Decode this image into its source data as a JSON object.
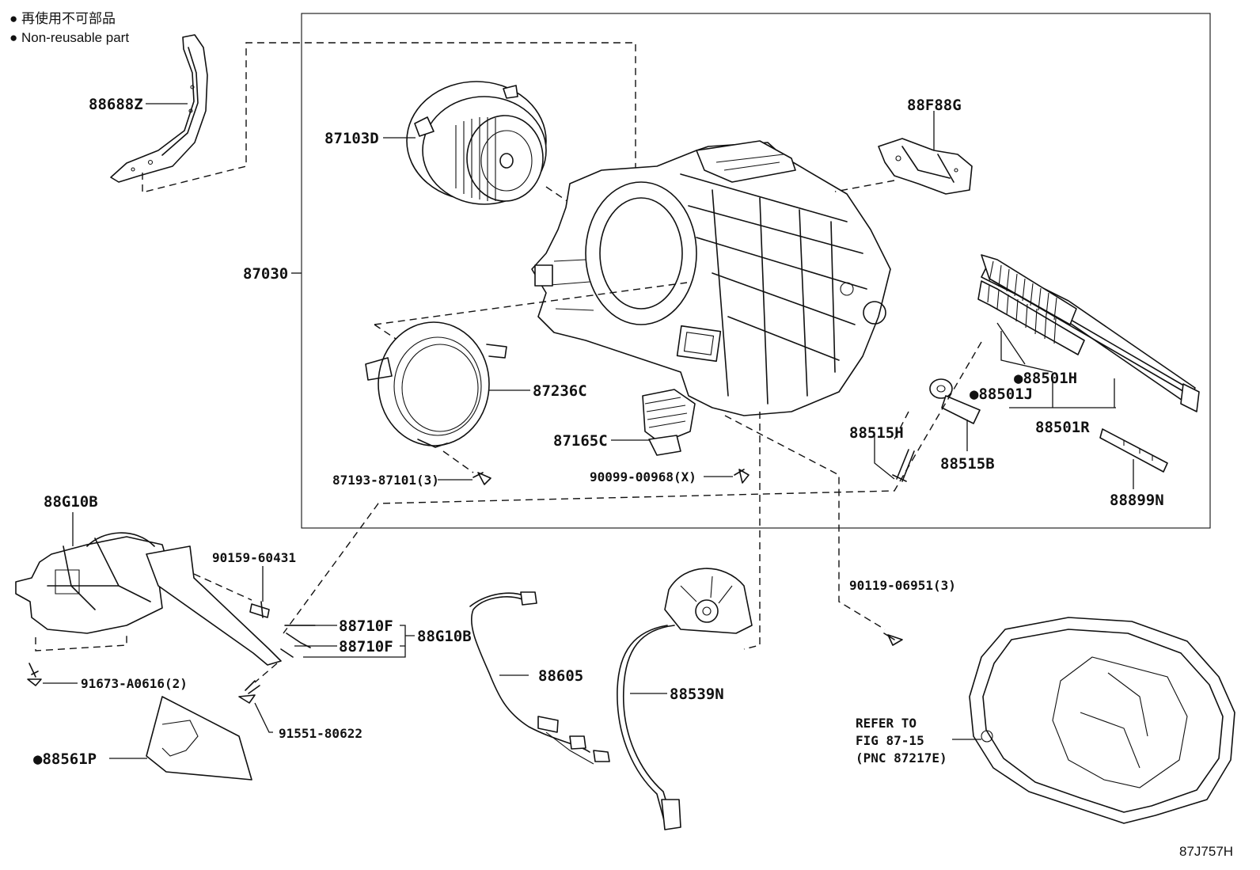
{
  "legend": {
    "line1": "● 再使用不可部品",
    "line2": "● Non-reusable part"
  },
  "labels": {
    "p88688Z": "88688Z",
    "p87103D": "87103D",
    "p88F88G": "88F88G",
    "p87030": "87030",
    "p87236C": "87236C",
    "p87165C": "87165C",
    "p87193": "87193-87101(3)",
    "p90099": "90099-00968(X)",
    "p88515H": "88515H",
    "p88515B": "88515B",
    "p88501H": "●88501H",
    "p88501J": "●88501J",
    "p88501R": "88501R",
    "p88899N": "88899N",
    "p88G10B_top": "88G10B",
    "p90159": "90159-60431",
    "p88710F_1": "88710F",
    "p88710F_2": "88710F",
    "p88G10B_right": "88G10B",
    "p91673": "91673-A0616(2)",
    "p91551": "91551-80622",
    "p88561P": "●88561P",
    "p88605": "88605",
    "p88539N": "88539N",
    "p90119": "90119-06951(3)",
    "refer1": "REFER TO",
    "refer2": "FIG 87-15",
    "refer3": "(PNC 87217E)",
    "fig_code": "87J757H"
  }
}
